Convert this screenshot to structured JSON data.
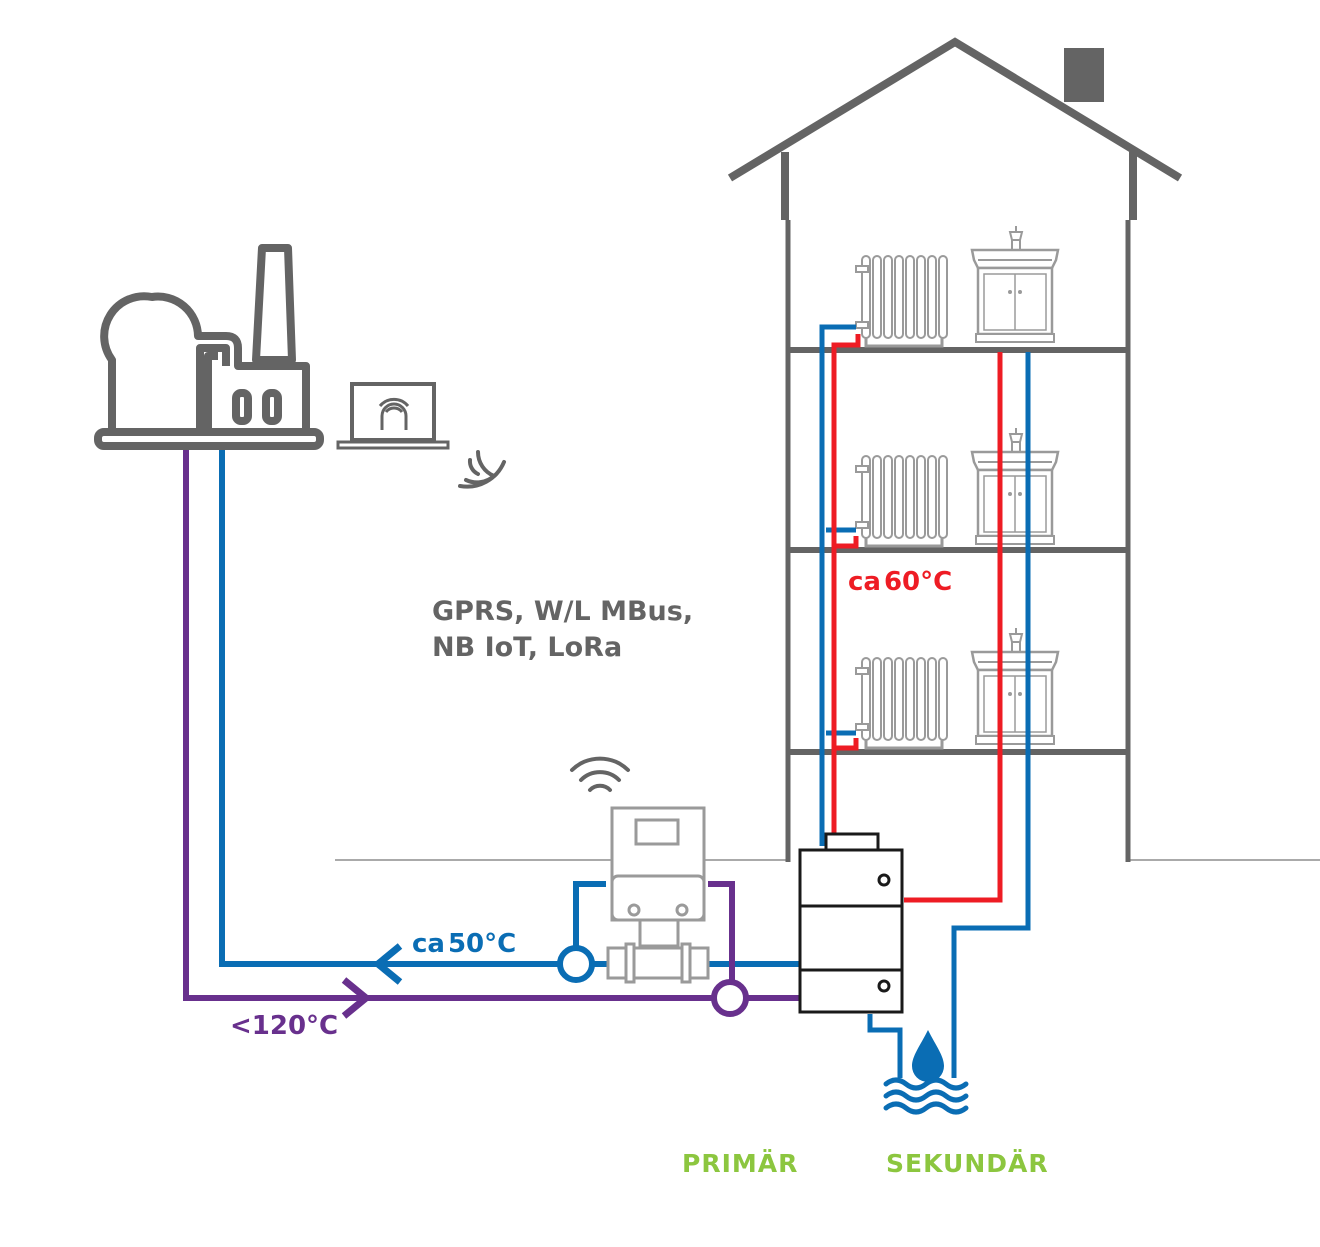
{
  "labels": {
    "network": [
      "GPRS, W/L MBus,",
      "NB IoT, LoRa"
    ],
    "secondary_temp": {
      "prefix": "ca",
      "value": "60°C"
    },
    "return_temp": {
      "prefix": "ca",
      "value": "50°C"
    },
    "supply_temp": "<120°C",
    "primary": "PRIMÄR",
    "secondary": "SEKUNDÄR"
  },
  "colors": {
    "structure": "#646464",
    "return_pipe": "#0a6db4",
    "supply_pipe": "#68308d",
    "hot_pipe": "#ee1c24",
    "accent_green": "#8cc63f"
  },
  "icons": [
    "plant-icon",
    "laptop-icon",
    "wifi-icon",
    "heat-meter-icon",
    "radiator-icon",
    "sink-icon",
    "heat-exchanger-icon",
    "water-drop-icon",
    "waves-icon"
  ]
}
